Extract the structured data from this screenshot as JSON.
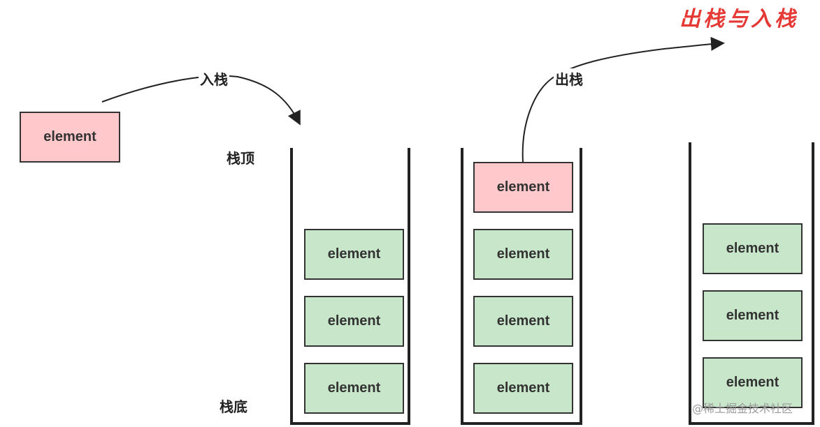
{
  "title": "出栈与入栈",
  "push_label": "入栈",
  "pop_label": "出栈",
  "top_label": "栈顶",
  "bottom_label": "栈底",
  "element_text": "element",
  "colors": {
    "pink": "#ffc9cc",
    "green": "#c8e6c9",
    "title": "#e53935"
  },
  "watermark": "@稀土掘金技术社区"
}
